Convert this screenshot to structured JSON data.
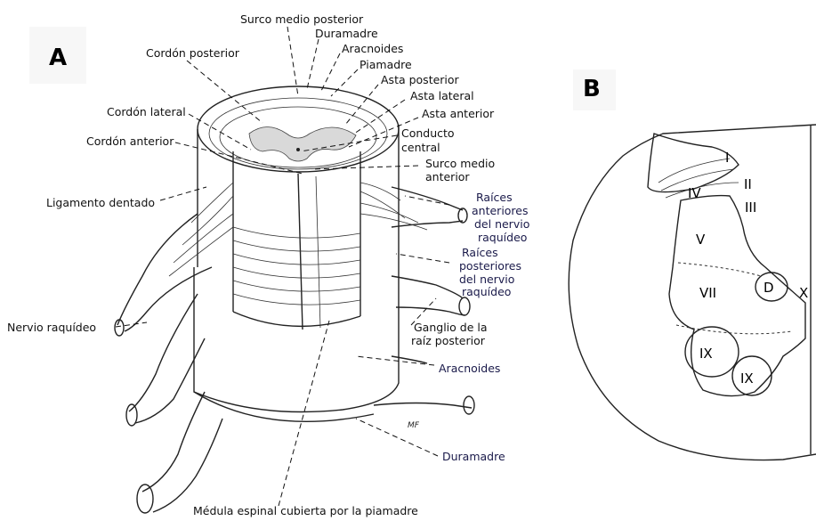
{
  "panelA": {
    "letter": "A",
    "labels": {
      "surco_medio_posterior": "Surco medio posterior",
      "duramadre_top": "Duramadre",
      "aracnoides_top": "Aracnoides",
      "piamadre": "Piamadre",
      "asta_posterior": "Asta posterior",
      "asta_lateral": "Asta lateral",
      "asta_anterior": "Asta anterior",
      "conducto_central_1": "Conducto",
      "conducto_central_2": "central",
      "surco_medio_anterior_1": "Surco medio",
      "surco_medio_anterior_2": "anterior",
      "cordon_posterior": "Cordón posterior",
      "cordon_lateral": "Cordón lateral",
      "cordon_anterior": "Cordón anterior",
      "ligamento_dentado": "Ligamento dentado",
      "raices_anteriores_1": "Raíces",
      "raices_anteriores_2": "anteriores",
      "raices_anteriores_3": "del nervio",
      "raices_anteriores_4": "raquídeo",
      "raices_posteriores_1": "Raíces",
      "raices_posteriores_2": "posteriores",
      "raices_posteriores_3": "del nervio",
      "raices_posteriores_4": "raquídeo",
      "nervio_raquideo": "Nervio raquídeo",
      "ganglio_1": "Ganglio de la",
      "ganglio_2": "raíz posterior",
      "aracnoides_bottom": "Aracnoides",
      "duramadre_bottom": "Duramadre",
      "medula": "Médula espinal cubierta por la  piamadre",
      "signature": "MF"
    }
  },
  "panelB": {
    "letter": "B",
    "laminae": [
      "I",
      "II",
      "III",
      "IV",
      "V",
      "VII",
      "D",
      "X",
      "IX",
      "IX"
    ]
  }
}
